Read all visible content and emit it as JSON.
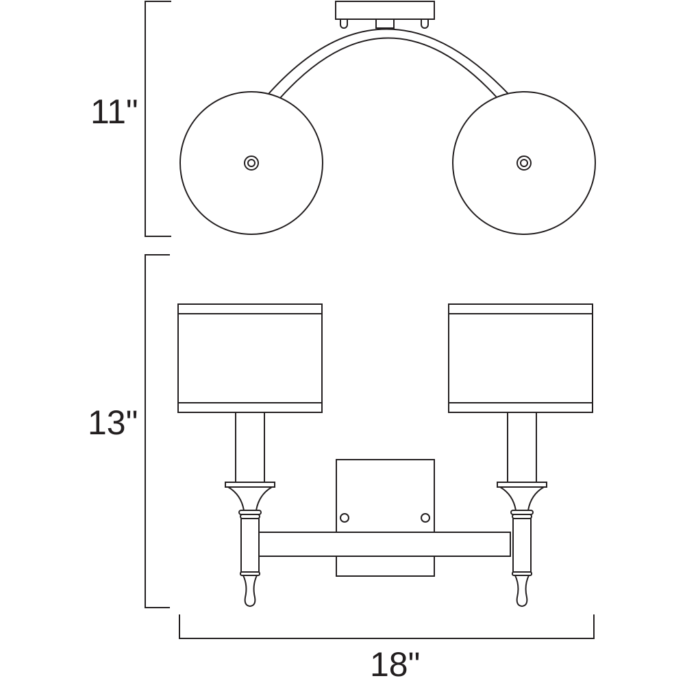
{
  "dimensions": {
    "top_height": "11\"",
    "front_height": "13\"",
    "width": "18\""
  },
  "colors": {
    "line": "#231f20",
    "background": "#ffffff"
  }
}
